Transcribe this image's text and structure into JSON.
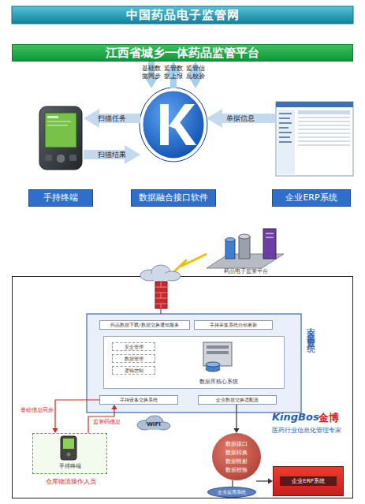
{
  "diagram": {
    "title": "中国药品电子监管网",
    "nodes": [
      {
        "text": [
          "江西省城乡一体药品监管平台"
        ]
      },
      {
        "text": [
          "手持终端"
        ]
      },
      {
        "text": [
          "数据融合接口软件"
        ]
      },
      {
        "text": [
          "企业ERP系统"
        ]
      },
      {
        "text": [
          "药品电子监管平台"
        ]
      },
      {
        "text": [
          "安全交换前置系统"
        ]
      },
      {
        "text": [
          "药品数据下载/数据交换通知服务"
        ],
        "in": 5
      },
      {
        "text": [
          "手持采集系统自动更新"
        ],
        "in": 5
      },
      {
        "text": [
          "数据库核心系统"
        ],
        "in": 5
      },
      {
        "text": [
          "安全管理"
        ],
        "in": 8
      },
      {
        "text": [
          "数据管理"
        ],
        "in": 8
      },
      {
        "text": [
          "逻辑控制"
        ],
        "in": 8
      },
      {
        "text": [
          "手持设备交换系统"
        ],
        "in": 5
      },
      {
        "text": [
          "企业数据交换适配器"
        ],
        "in": 5
      },
      {
        "text": [
          "手持终端",
          "仓库物流操作人员"
        ],
        "in": 5
      },
      {
        "text": [
          "数据接口",
          "数据转换",
          "数据映射",
          "数据校验"
        ],
        "in": 5
      },
      {
        "text": [
          "企业应用系统"
        ],
        "in": 5
      },
      {
        "text": [
          "企业ERP系统"
        ],
        "in": 5
      }
    ],
    "edges": [
      {
        "from": 0,
        "to": 2,
        "label": "基础数据同步",
        "arrow": "to"
      },
      {
        "from": 2,
        "to": 0,
        "label": "监管数据上报",
        "arrow": "to"
      },
      {
        "from": 2,
        "to": 0,
        "label": "监管信息校验",
        "arrow": "both"
      },
      {
        "from": 2,
        "to": 1,
        "label": "扫描任务",
        "arrow": "to"
      },
      {
        "from": 1,
        "to": 2,
        "label": "扫描结果",
        "arrow": "to"
      },
      {
        "from": 3,
        "to": 2,
        "label": "单据信息",
        "arrow": "to"
      },
      {
        "from": 5,
        "to": 4,
        "arrow": "none"
      },
      {
        "from": 12,
        "to": 14,
        "label": "基础信息同步",
        "arrow": "to"
      },
      {
        "from": 14,
        "to": 12,
        "label": "监管码信息",
        "arrow": "to"
      },
      {
        "from": 13,
        "to": 15,
        "arrow": "to"
      },
      {
        "from": 15,
        "to": 16,
        "arrow": "none"
      },
      {
        "from": 16,
        "to": 17,
        "arrow": "to"
      }
    ],
    "labels": [
      "WIFI",
      "KingBos",
      "金博",
      "医药行业信息化管理专家"
    ]
  }
}
